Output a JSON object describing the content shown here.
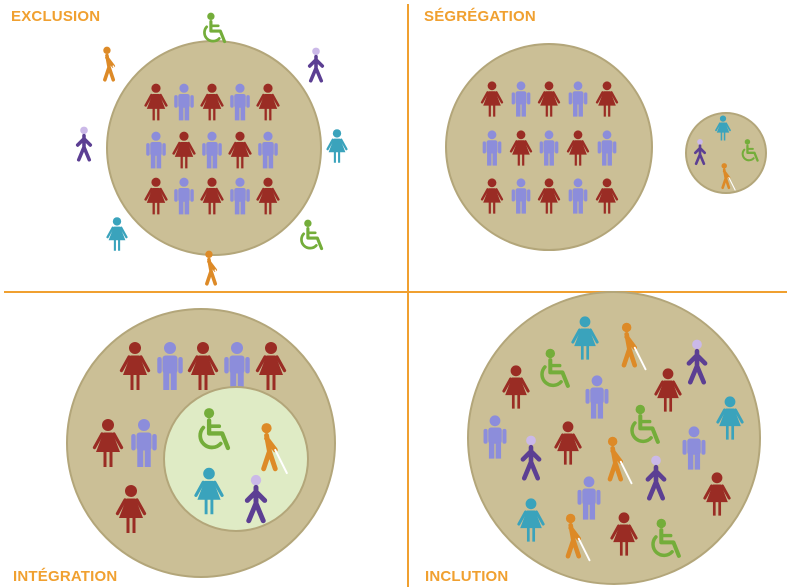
{
  "colors": {
    "accent": "#f0a030",
    "circle_fill": "#cbbf96",
    "circle_stroke": "#b3a67a",
    "inner_circle_fill": "#dfebc5",
    "red": "#9a2c24",
    "blue": "#8c8ddb",
    "teal": "#3aa3bc",
    "green": "#74ad3a",
    "orange": "#dd8a27",
    "purple": "#5c3f93"
  },
  "quadrants": [
    {
      "title": "EXCLUSION",
      "main_group": [
        "woman",
        "man",
        "woman",
        "man",
        "woman",
        "man",
        "woman",
        "man",
        "woman",
        "man",
        "woman",
        "man",
        "woman",
        "man",
        "woman"
      ],
      "outside_people": [
        "wheelchair-user",
        "walking-person",
        "teal-woman",
        "wheelchair-user",
        "blind-person-with-cane",
        "teal-woman",
        "walking-person",
        "blind-person-with-cane"
      ]
    },
    {
      "title": "SÉGRÉGATION",
      "main_group": [
        "woman",
        "man",
        "woman",
        "man",
        "woman",
        "man",
        "woman",
        "man",
        "woman",
        "man",
        "woman",
        "man",
        "woman",
        "man",
        "woman"
      ],
      "separate_group": [
        "teal-woman",
        "walking-person",
        "wheelchair-user",
        "blind-person-with-cane"
      ]
    },
    {
      "title": "INTÉGRATION",
      "main_group": [
        "woman",
        "man",
        "woman",
        "man",
        "woman",
        "woman",
        "man",
        "woman"
      ],
      "inner_group": [
        "wheelchair-user",
        "blind-person-with-cane",
        "teal-woman",
        "walking-person"
      ]
    },
    {
      "title": "INCLUTION",
      "mixed_group": [
        "teal-woman",
        "wheelchair-user",
        "blind-person-with-cane",
        "walking-person",
        "woman",
        "man",
        "woman",
        "wheelchair-user",
        "teal-woman",
        "man",
        "walking-person",
        "woman",
        "blind-person-with-cane",
        "man",
        "walking-person",
        "woman",
        "teal-woman",
        "man",
        "blind-person-with-cane",
        "woman",
        "wheelchair-user"
      ]
    }
  ]
}
